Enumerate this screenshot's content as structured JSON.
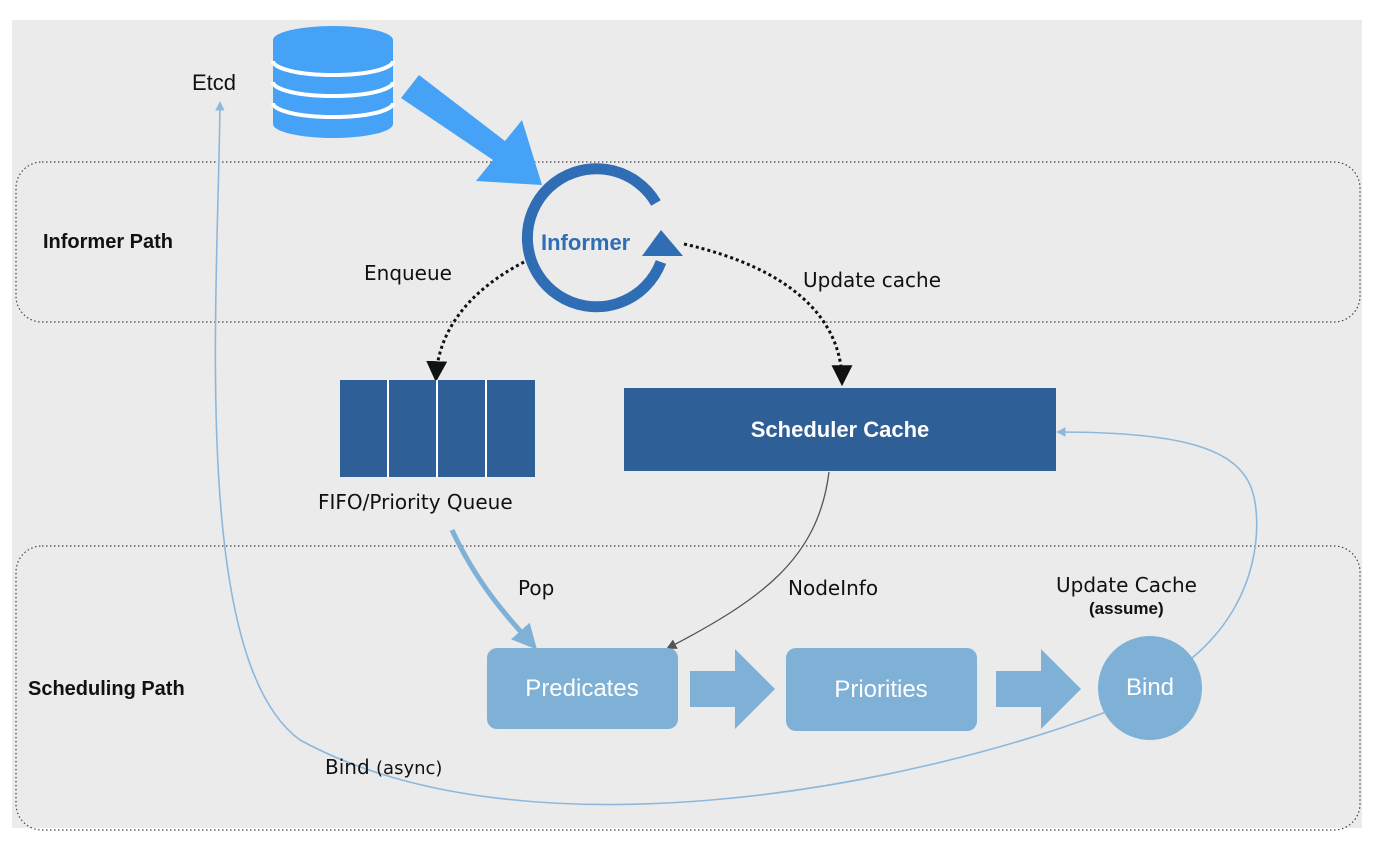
{
  "labels": {
    "etcd": "Etcd",
    "informer_path": "Informer Path",
    "scheduling_path": "Scheduling Path",
    "informer": "Informer",
    "enqueue": "Enqueue",
    "update_cache": "Update cache",
    "queue": "FIFO/Priority Queue",
    "scheduler_cache": "Scheduler Cache",
    "pop": "Pop",
    "nodeinfo": "NodeInfo",
    "update_cache_assume": "Update Cache",
    "assume": "(assume)",
    "predicates": "Predicates",
    "priorities": "Priorities",
    "bind": "Bind",
    "bind_async_main": "Bind",
    "bind_async_paren": "(async)"
  },
  "icons": {
    "etcd": "database-icon",
    "informer": "circular-arrow-icon",
    "queue": "queue-icon"
  },
  "colors": {
    "background": "#ebebeb",
    "dark_blue": "#2f5f97",
    "light_blue": "#7fb0d6",
    "bright_blue": "#45a2f7",
    "informer_ring": "#2f6db4",
    "thin_line": "#8db8dc"
  }
}
